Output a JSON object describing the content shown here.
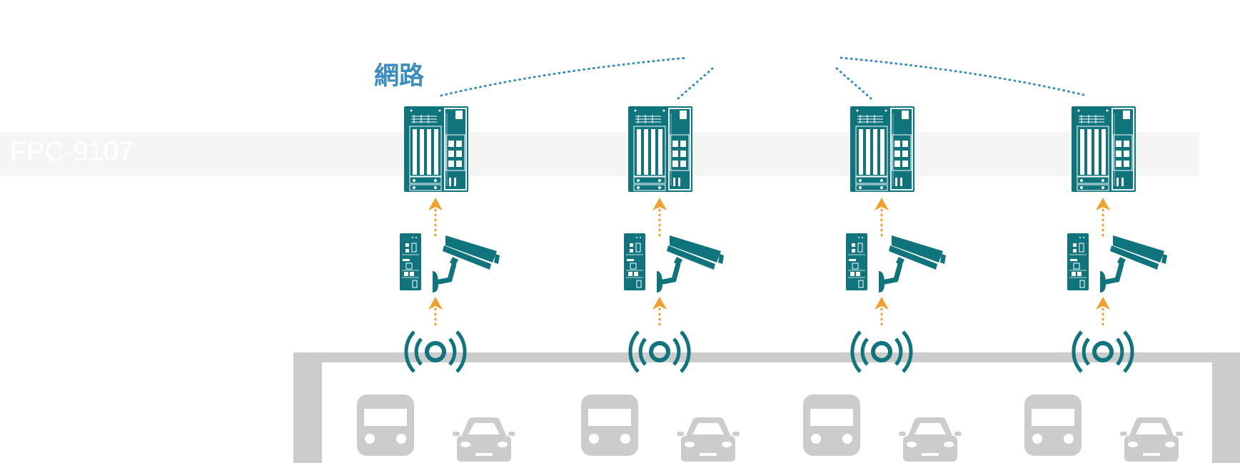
{
  "diagram": {
    "product_title": "FPC-9107",
    "network_label": "網路",
    "colors": {
      "device": "#0f747c",
      "arrow": "#f0a02b",
      "network_dots": "#3a8dbf",
      "gantry": "#cccccc",
      "vehicle": "#cccccc",
      "band": "#f5f5f5"
    },
    "stations": [
      {
        "id": 1,
        "components": [
          "fpc-9107-controller",
          "edge-computer",
          "surveillance-camera",
          "wireless-sensor",
          "bus",
          "car"
        ]
      },
      {
        "id": 2,
        "components": [
          "fpc-9107-controller",
          "edge-computer",
          "surveillance-camera",
          "wireless-sensor",
          "bus",
          "car"
        ]
      },
      {
        "id": 3,
        "components": [
          "fpc-9107-controller",
          "edge-computer",
          "surveillance-camera",
          "wireless-sensor",
          "bus",
          "car"
        ]
      },
      {
        "id": 4,
        "components": [
          "fpc-9107-controller",
          "edge-computer",
          "surveillance-camera",
          "wireless-sensor",
          "bus",
          "car"
        ]
      }
    ]
  }
}
